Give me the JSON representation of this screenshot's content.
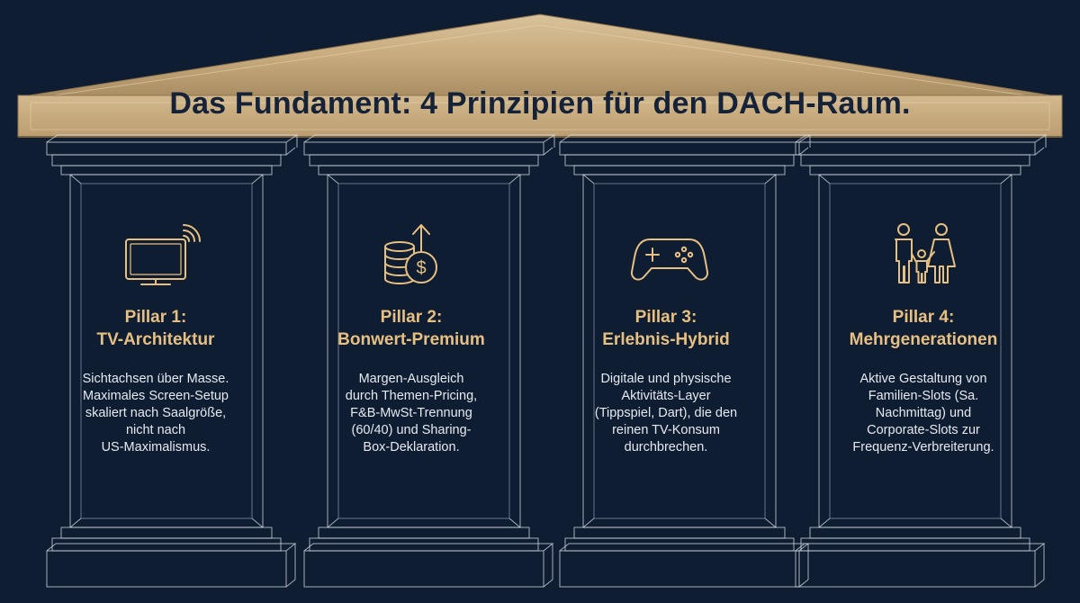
{
  "title": "Das Fundament: 4 Prinzipien für den DACH-Raum.",
  "colors": {
    "background": "#0f1d33",
    "roof_gold": "#c9ad82",
    "accent": "#e7c081",
    "outline": "#d8dde6"
  },
  "pillars": [
    {
      "icon": "tv-icon",
      "title_line1": "Pillar 1:",
      "title_line2": "TV-Architektur",
      "desc": [
        "Sichtachsen über Masse.",
        "Maximales Screen-Setup",
        "skaliert nach Saalgröße,",
        "nicht nach",
        "US-Maximalismus."
      ]
    },
    {
      "icon": "coins-dollar-arrow-icon",
      "title_line1": "Pillar 2:",
      "title_line2": "Bonwert-Premium",
      "desc": [
        "Margen-Ausgleich",
        "durch Themen-Pricing,",
        "F&B-MwSt-Trennung",
        "(60/40) und Sharing-",
        "Box-Deklaration."
      ]
    },
    {
      "icon": "gamepad-icon",
      "title_line1": "Pillar 3:",
      "title_line2": "Erlebnis-Hybrid",
      "desc": [
        "Digitale und physische",
        "Aktivitäts-Layer",
        "(Tippspiel, Dart), die den",
        "reinen TV-Konsum",
        "durchbrechen."
      ]
    },
    {
      "icon": "family-icon",
      "title_line1": "Pillar 4:",
      "title_line2": "Mehrgenerationen",
      "desc": [
        "Aktive Gestaltung von",
        "Familien-Slots (Sa.",
        "Nachmittag) und",
        "Corporate-Slots zur",
        "Frequenz-Verbreiterung."
      ]
    }
  ]
}
